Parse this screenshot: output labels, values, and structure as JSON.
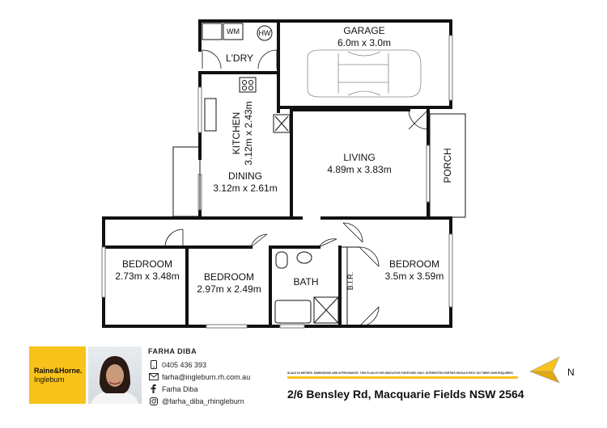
{
  "plan": {
    "rooms": {
      "garage": {
        "name": "GARAGE",
        "size": "6.0m x 3.0m"
      },
      "laundry": {
        "name": "L'DRY",
        "wm": "WM",
        "hw": "HW"
      },
      "kitchen": {
        "name": "KITCHEN",
        "size": "3.12m x 2.43m"
      },
      "dining": {
        "name": "DINING",
        "size": "3.12m x 2.61m"
      },
      "living": {
        "name": "LIVING",
        "size": "4.89m x 3.83m"
      },
      "porch": {
        "name": "PORCH"
      },
      "bedroom1": {
        "name": "BEDROOM",
        "size": "2.73m x 3.48m"
      },
      "bedroom2": {
        "name": "BEDROOM",
        "size": "2.97m x 2.49m"
      },
      "bath": {
        "name": "BATH"
      },
      "bir": {
        "name": "B.I.R."
      },
      "bedroom3": {
        "name": "BEDROOM",
        "size": "3.5m x 3.59m"
      }
    }
  },
  "brand": {
    "line1": "Raine&Horne.",
    "line2": "Ingleburn",
    "color": "#f8c21a"
  },
  "agent": {
    "name": "FARHA DIBA",
    "phone": "0405 436 393",
    "email": "farha@ingleburn.rh.com.au",
    "facebook": "Farha Diba",
    "instagram": "@farha_diba_rhingleburn"
  },
  "disclaimer": "SCALE IN METERS. DIMENSIONS ARE APPROXIMATE. THIS PLAN IS FOR INDICATIVE PURPOSES ONLY. INTERESTED PARTIES SHOULD RELY ON THEIR OWN ENQUIRIES.",
  "address": "2/6 Bensley Rd, Macquarie Fields NSW 2564",
  "compass": {
    "label": "N"
  },
  "icons": [
    "phone-icon",
    "mail-icon",
    "facebook-icon",
    "instagram-icon",
    "car-icon",
    "compass-icon"
  ]
}
